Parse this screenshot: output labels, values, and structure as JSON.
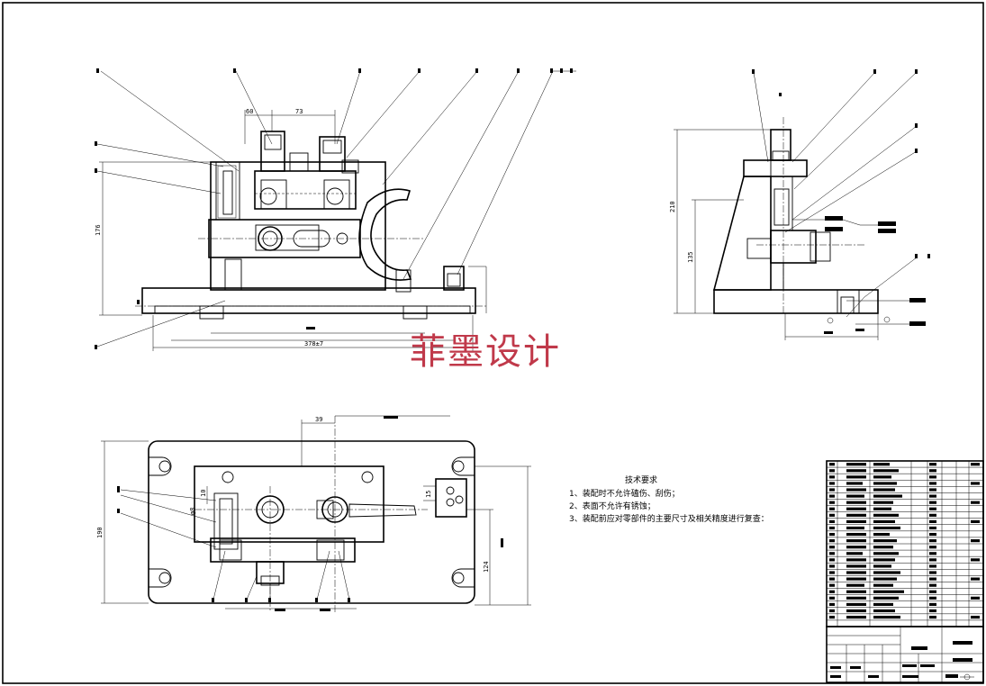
{
  "front_view": {
    "dim_top_left": "60",
    "dim_top_right": "73",
    "dim_height": "176",
    "dim_bottom": "378±7"
  },
  "side_view": {
    "dim_overall_height": "210",
    "dim_center_height": "135"
  },
  "top_view": {
    "dim_offset": "39",
    "dim_left_small": "10",
    "dim_hole": "φ8",
    "dim_width": "190",
    "dim_right_stack": "124",
    "dim_right_small": "15"
  },
  "technical_requirements": {
    "heading": "技术要求",
    "items": [
      "1、装配时不允许磕伤、刮伤；",
      "2、表面不允许有锈蚀；",
      "3、装配前应对零部件的主要尺寸及相关精度进行复查："
    ]
  },
  "watermark": "菲墨设计"
}
